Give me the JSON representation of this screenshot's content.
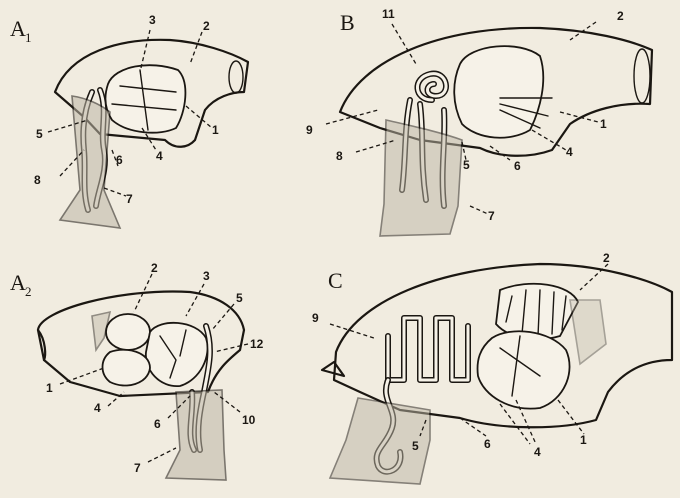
{
  "panels": [
    {
      "id": "A1",
      "letter": "A",
      "subscript": "1",
      "labels": [
        "1",
        "2",
        "3",
        "4",
        "5",
        "6",
        "7",
        "8"
      ]
    },
    {
      "id": "B",
      "letter": "B",
      "subscript": "",
      "labels": [
        "1",
        "2",
        "4",
        "5",
        "6",
        "7",
        "8",
        "9",
        "11"
      ]
    },
    {
      "id": "A2",
      "letter": "A",
      "subscript": "2",
      "labels": [
        "1",
        "2",
        "3",
        "4",
        "5",
        "6",
        "7",
        "10",
        "12"
      ]
    },
    {
      "id": "C",
      "letter": "C",
      "subscript": "",
      "labels": [
        "1",
        "2",
        "4",
        "5",
        "6",
        "9"
      ]
    }
  ]
}
